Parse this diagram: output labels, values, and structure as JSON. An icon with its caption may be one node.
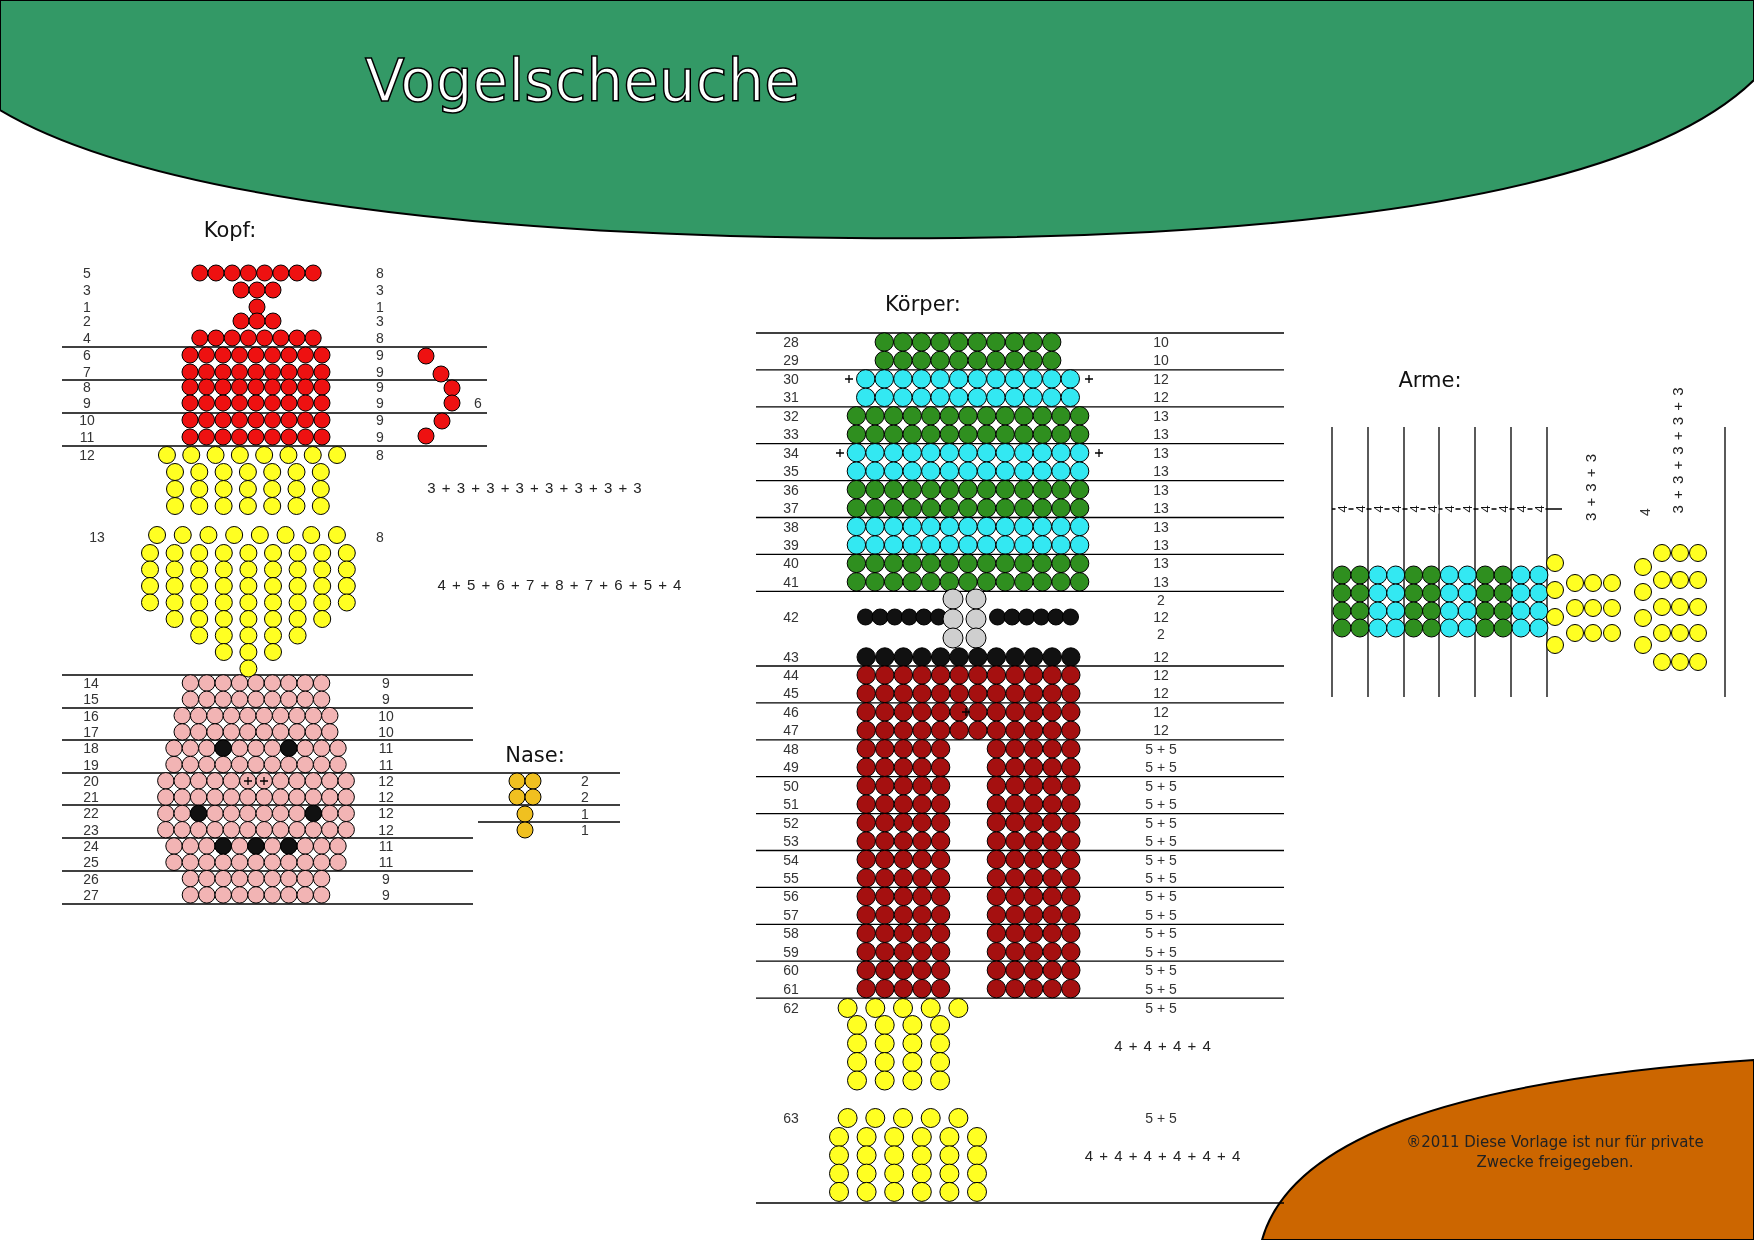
{
  "diagram": {
    "title": "Vogelscheuche",
    "labels": [
      "Kopf:",
      "5",
      "8",
      "3",
      "3",
      "1",
      "1",
      "2",
      "3",
      "4",
      "8",
      "6",
      "9",
      "7",
      "9",
      "8",
      "9",
      "9",
      "9",
      "10",
      "9",
      "11",
      "9",
      "12",
      "8",
      "6",
      "3 + 3 + 3 + 3 + 3 + 3 + 3 + 3",
      "13",
      "8",
      "4 + 5 + 6 + 7 + 8 + 7 + 6 + 5 + 4",
      "14",
      "9",
      "15",
      "9",
      "16",
      "10",
      "17",
      "10",
      "18",
      "11",
      "19",
      "11",
      "20",
      "12",
      "21",
      "12",
      "22",
      "12",
      "23",
      "12",
      "24",
      "11",
      "25",
      "11",
      "26",
      "9",
      "27",
      "9",
      "Nase:",
      "2",
      "2",
      "1",
      "1",
      "Körper:",
      "28",
      "10",
      "29",
      "10",
      "30",
      "12",
      "31",
      "12",
      "32",
      "13",
      "33",
      "13",
      "34",
      "13",
      "35",
      "13",
      "36",
      "13",
      "37",
      "13",
      "38",
      "13",
      "39",
      "13",
      "40",
      "13",
      "41",
      "13",
      "2",
      "42",
      "12",
      "2",
      "43",
      "12",
      "44",
      "12",
      "45",
      "12",
      "46",
      "12",
      "47",
      "12",
      "48",
      "5 + 5",
      "49",
      "5 + 5",
      "50",
      "5 + 5",
      "51",
      "5 + 5",
      "52",
      "5 + 5",
      "53",
      "5 + 5",
      "54",
      "5 + 5",
      "55",
      "5 + 5",
      "56",
      "5 + 5",
      "57",
      "5 + 5",
      "58",
      "5 + 5",
      "59",
      "5 + 5",
      "60",
      "5 + 5",
      "61",
      "5 + 5",
      "62",
      "5 + 5",
      "4 + 4 + 4 + 4",
      "63",
      "5 + 5",
      "4 + 4 + 4 + 4 + 4 + 4",
      "Arme:",
      "3 + 3 + 3 + 3 + 3",
      "3 + 3 + 3",
      "4",
      "4",
      "4",
      "4",
      "4",
      "4",
      "4",
      "4",
      "4",
      "4",
      "4",
      "4",
      "4",
      "®2011 Diese Vorlage ist nur für private Zwecke freigegeben."
    ]
  }
}
